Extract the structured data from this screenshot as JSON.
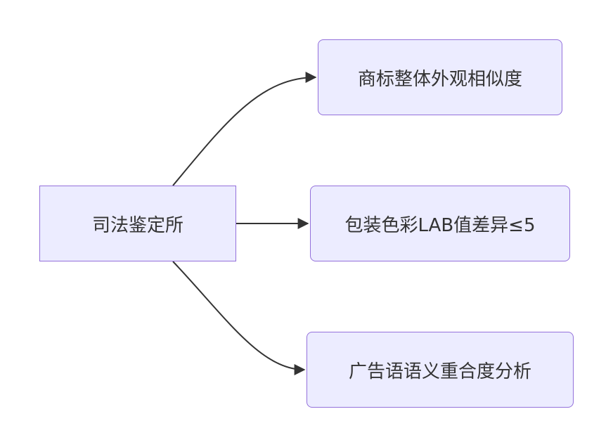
{
  "diagram": {
    "type": "flowchart",
    "direction": "left-to-right",
    "colors": {
      "node_fill": "#ECECFF",
      "node_border": "#9370DB",
      "edge": "#333333",
      "text": "#333333"
    },
    "source": {
      "label": "司法鉴定所"
    },
    "targets": [
      {
        "label": "商标整体外观相似度"
      },
      {
        "label": "包装色彩LAB值差异≤5"
      },
      {
        "label": "广告语语义重合度分析"
      }
    ]
  }
}
